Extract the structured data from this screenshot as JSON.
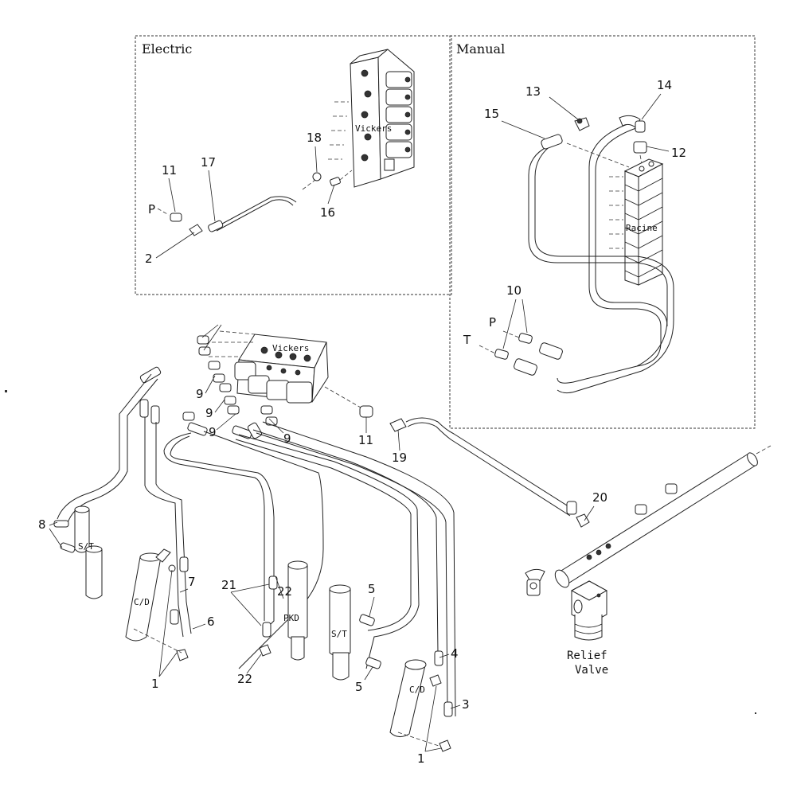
{
  "panels": {
    "electric_title": "Electric",
    "manual_title": "Manual"
  },
  "components": {
    "vickers_top": "Vickers",
    "vickers_main": "Vickers",
    "racine": "Racine",
    "relief_line1": "Relief",
    "relief_line2": "Valve",
    "st_left": "S/T",
    "st_right": "S/T",
    "cd_left": "C/D",
    "cd_right": "C/D",
    "pkd": "PKD"
  },
  "ports": {
    "p_electric": "P",
    "p_manual": "P",
    "t_manual": "T"
  },
  "callouts": {
    "c1a": "1",
    "c1b": "1",
    "c2": "2",
    "c3": "3",
    "c4": "4",
    "c5a": "5",
    "c5b": "5",
    "c6": "6",
    "c7": "7",
    "c8": "8",
    "c9a": "9",
    "c9b": "9",
    "c9c": "9",
    "c10": "10",
    "c11a": "11",
    "c11b": "11",
    "c12": "12",
    "c13": "13",
    "c14": "14",
    "c15": "15",
    "c16": "16",
    "c17": "17",
    "c18": "18",
    "c19": "19",
    "c20": "20",
    "c21": "21",
    "c22a": "22",
    "c22b": "22"
  }
}
